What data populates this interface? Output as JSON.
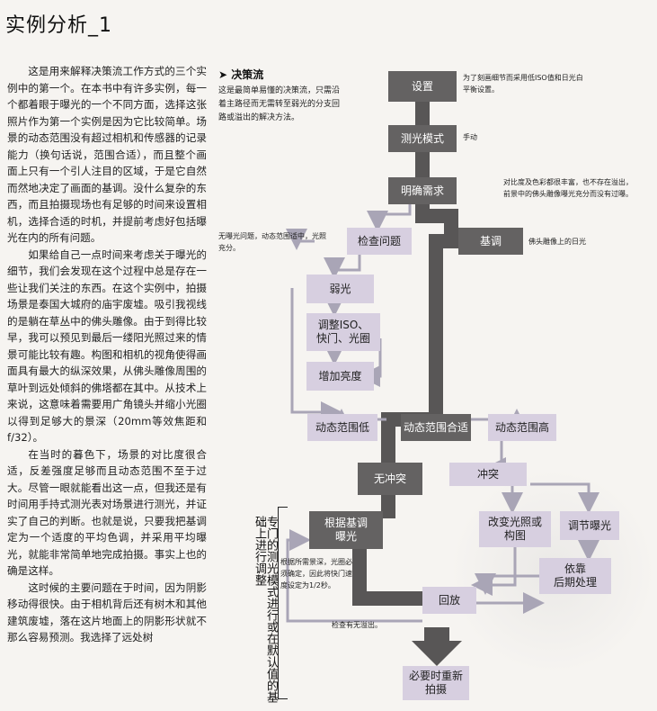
{
  "title": "实例分析_1",
  "body": [
    "这是用来解释决策流工作方式的三个实例中的第一个。在本书中有许多实例，每一个都着眼于曝光的一个不同方面，选择这张照片作为第一个实例是因为它比较简单。场景的动态范围没有超过相机和传感器的记录能力（换句话说，范围合适），而且整个画面上只有一个引人注目的区域，于是它自然而然地决定了画面的基调。没什么复杂的东西，而且拍摄现场也有足够的时间来设置相机，选择合适的时机，并提前考虑好包括曝光在内的所有问题。",
    "如果给自己一点时间来考虑关于曝光的细节，我们会发现在这个过程中总是存在一些让我们关注的东西。在这个实例中，拍摄场景是泰国大城府的庙宇废墟。吸引我视线的是躺在草丛中的佛头雕像。由于到得比较早，我可以预见到最后一缕阳光照过来的情景可能比较有趣。构图和相机的视角使得画面具有最大的纵深效果，从佛头雕像周围的草叶到远处倾斜的佛塔都在其中。从技术上来说，这意味着需要用广角镜头并缩小光圈以得到足够大的景深（20mm等效焦距和f/32）。",
    "在当时的暮色下，场景的对比度很合适，反差强度足够而且动态范围不至于过大。尽管一眼就能看出这一点，但我还是有时间用手持式测光表对场景进行测光，并证实了自己的判断。也就是说，只要我把基调定为一个适度的平均色调，并采用平均曝光，就能非常简单地完成拍摄。事实上也的确是这样。",
    "这时候的主要问题在于时间，因为阴影移动得很快。由于相机背后还有树木和其他建筑废墟，落在这片地面上的阴影形状就不那么容易预测。我选择了远处树"
  ],
  "section": {
    "heading": "决策流",
    "description": "这是最简单易懂的决策流，只需沿着主路径而无需转至弱光的分支回路或溢出的解决方法。"
  },
  "notes": {
    "setup": "为了刻画细节而采用低ISO值和日光白平衡设置。",
    "metering": "手动",
    "requirement": "对比度及色彩都很丰富，也不存在溢出，前景中的佛头雕像曝光充分而没有过曝。",
    "check": "无曝光问题，动态范围适中，光照充分。",
    "keytone": "佛头雕像上的日光",
    "meter_key": "根据所需景深，光圈必须确定，因此将快门速度设定为1/2秒。",
    "no_overflow": "检查有无溢出。"
  },
  "nodes": {
    "setup": "设置",
    "metering": "测光模式",
    "requirement": "明确需求",
    "check": "检查问题",
    "keytone": "基调",
    "low_light": "弱光",
    "adjust_iso": "调整ISO、\n快门、光圈",
    "brighten": "增加亮度",
    "dr_low": "动态范围低",
    "dr_ok": "动态范围合适",
    "dr_high": "动态范围高",
    "no_conflict": "无冲突",
    "conflict": "冲突",
    "meter_key": "根据基调\n曝光",
    "change_light": "改变光照或\n构图",
    "adjust_exposure": "调节曝光",
    "post": "依靠\n后期处理",
    "playback": "回放",
    "reshoot": "必要时重新\n拍摄"
  },
  "side_label": "专门的测光模式进行或在默认值的基础上进行调整",
  "colors": {
    "dark_box": "#646262",
    "light_box": "#d7cfe0",
    "main_path": "#585656",
    "arrow": "#a9a5b6"
  }
}
